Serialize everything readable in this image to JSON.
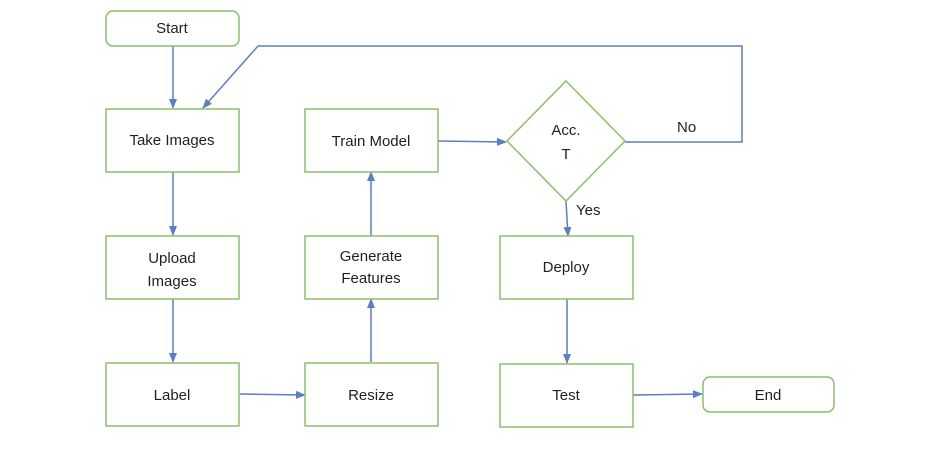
{
  "diagram": {
    "type": "flowchart",
    "colors": {
      "node_border": "#8bbf6a",
      "arrow": "#5b7fbf",
      "text": "#1f1f1f",
      "background": "#ffffff"
    },
    "nodes": {
      "start": "Start",
      "take_images": "Take Images",
      "upload_images_line1": "Upload",
      "upload_images_line2": "Images",
      "label": "Label",
      "resize": "Resize",
      "generate_features_line1": "Generate",
      "generate_features_line2": "Features",
      "train_model": "Train Model",
      "decision_line1": "Acc.",
      "decision_line2": "T",
      "deploy": "Deploy",
      "test": "Test",
      "end": "End"
    },
    "edges": {
      "no_label": "No",
      "yes_label": "Yes"
    }
  }
}
